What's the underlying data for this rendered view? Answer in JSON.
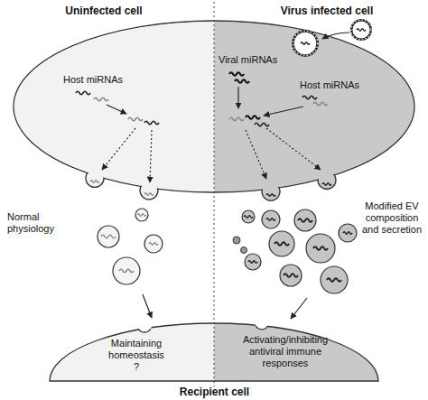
{
  "diagram": {
    "nodes": [
      {
        "text": [
          "Uninfected cell",
          "Host miRNAs"
        ]
      },
      {
        "text": [
          "Virus infected cell",
          "Viral miRNAs",
          "Host miRNAs"
        ]
      },
      {
        "text": [
          "Recipient cell"
        ]
      },
      {
        "text": [
          "Maintaining homeostasis ?"
        ],
        "in": 2
      },
      {
        "text": [
          "Activating/inhibiting antiviral immune responses"
        ],
        "in": 2
      }
    ],
    "labels": [
      "Normal physiology",
      "Modified EV composition and secretion"
    ]
  }
}
